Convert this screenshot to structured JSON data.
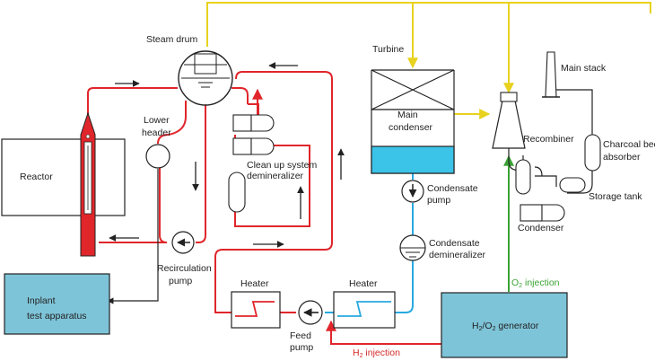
{
  "labels": {
    "steam_drum": "Steam drum",
    "turbine": "Turbine",
    "main_stack": "Main stack",
    "lower_header_1": "Lower",
    "lower_header_2": "header",
    "reactor": "Reactor",
    "main_condenser_1": "Main",
    "main_condenser_2": "condenser",
    "recombiner": "Recombiner",
    "charcoal_1": "Charcoal bed",
    "charcoal_2": "absorber",
    "cleanup_1": "Clean up system",
    "cleanup_2": "demineralizer",
    "condensate_pump_1": "Condensate",
    "condensate_pump_2": "pump",
    "storage_tank": "Storage tank",
    "condenser": "Condenser",
    "condensate_demin_1": "Condensate",
    "condensate_demin_2": "demineralizer",
    "recirc_pump_1": "Recirculation",
    "recirc_pump_2": "pump",
    "heater_left": "Heater",
    "heater_right": "Heater",
    "inplant_1": "Inplant",
    "inplant_2": "test apparatus",
    "generator_h": "H",
    "generator_sub1": "2",
    "generator_mid": "/O",
    "generator_sub2": "2",
    "generator_tail": " generator",
    "feed_pump_1": "Feed",
    "feed_pump_2": "pump",
    "o2_main": "O",
    "o2_sub": "2",
    "o2_tail": " injection",
    "h2_main": "H",
    "h2_sub": "2",
    "h2_tail": " injection"
  },
  "colors": {
    "red_line": "#e0262b",
    "yellow_line": "#e8d21e",
    "blue_line": "#27a9e1",
    "green_line": "#3aa335",
    "box_fill": "#7ec4d8",
    "water_fill": "#3cc3e8",
    "stroke": "#222222"
  }
}
